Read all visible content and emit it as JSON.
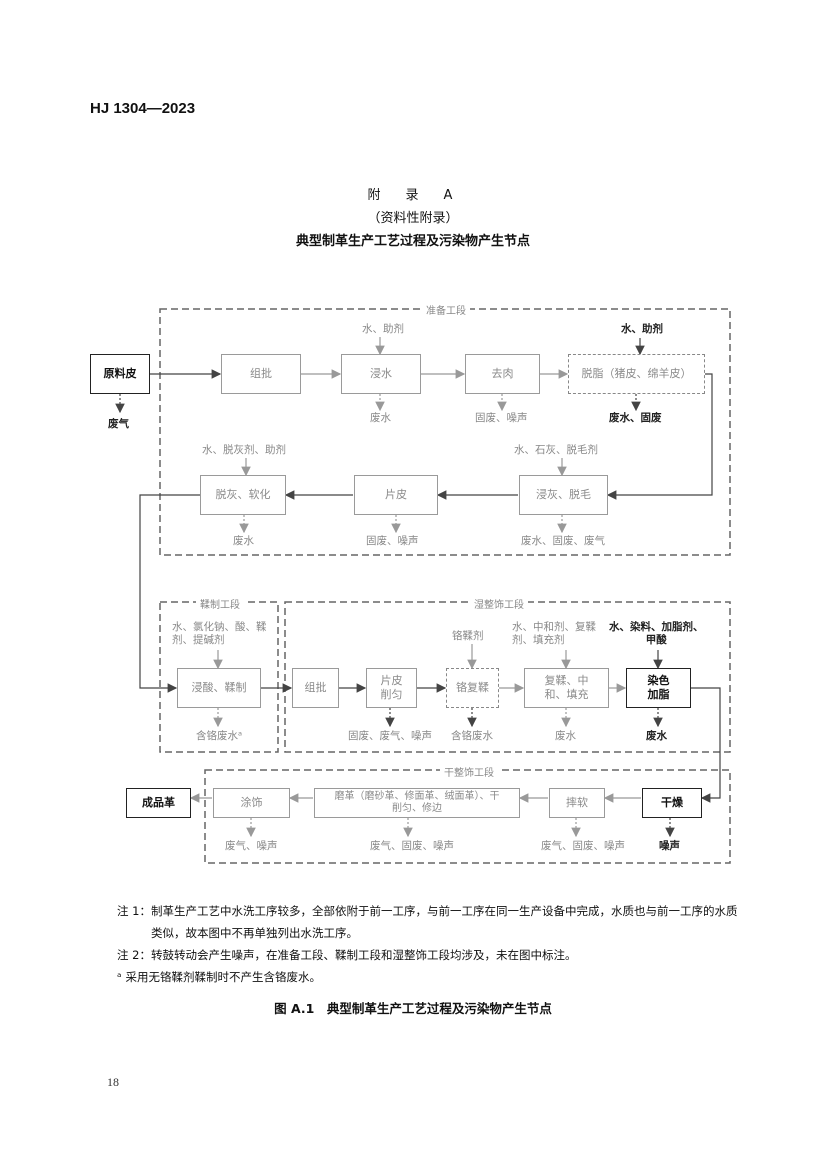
{
  "header": {
    "standard_code": "HJ 1304—2023"
  },
  "appendix": {
    "label": "附　录　A",
    "type": "（资料性附录）",
    "title": "典型制革生产工艺过程及污染物产生节点"
  },
  "diagram": {
    "stages": {
      "prep": "准备工段",
      "tan": "鞣制工段",
      "wet": "湿整饰工段",
      "dry": "干整饰工段"
    },
    "boxes": {
      "raw_hide": "原料皮",
      "batching1": "组批",
      "soaking": "浸水",
      "fleshing": "去肉",
      "degreasing": "脱脂（猪皮、绵羊皮）",
      "liming": "浸灰、脱毛",
      "splitting1": "片皮",
      "deliming": "脱灰、软化",
      "pickling": "浸酸、鞣制",
      "batching2": "组批",
      "splitting2": "片皮\n削匀",
      "chrome_retan": "铬复鞣",
      "retan": "复鞣、中\n和、填充",
      "dyeing": "染色\n加脂",
      "drying": "干燥",
      "staking": "摔软",
      "buffing": "磨革（磨砂革、修面革、绒面革）、干\n削匀、修边",
      "finishing": "涂饰",
      "finished": "成品革"
    },
    "inputs": {
      "soaking": "水、助剂",
      "degreasing": "水、助剂",
      "deliming": "水、脱灰剂、助剂",
      "liming": "水、石灰、脱毛剂",
      "pickling": "水、氯化钠、酸、鞣\n剂、提碱剂",
      "chrome_retan": "铬鞣剂",
      "retan": "水、中和剂、复鞣\n剂、填充剂",
      "dyeing": "水、染料、加脂剂、\n甲酸"
    },
    "outputs": {
      "raw_hide": "废气",
      "soaking": "废水",
      "fleshing": "固废、噪声",
      "degreasing": "废水、固废",
      "deliming": "废水",
      "splitting1": "固废、噪声",
      "liming": "废水、固废、废气",
      "pickling": "含铬废水ᵃ",
      "splitting2": "固废、废气、噪声",
      "chrome_retan": "含铬废水",
      "retan": "废水",
      "dyeing": "废水",
      "drying": "噪声",
      "staking": "废气、固废、噪声",
      "buffing": "废气、固废、噪声",
      "finishing": "废气、噪声"
    }
  },
  "notes": [
    {
      "tag": "注 1：",
      "text": "制革生产工艺中水洗工序较多，全部依附于前一工序，与前一工序在同一生产设备中完成，水质也与前一工序的水质类似，故本图中不再单独列出水洗工序。"
    },
    {
      "tag": "注 2：",
      "text": "转鼓转动会产生噪声，在准备工段、鞣制工段和湿整饰工段均涉及，未在图中标注。"
    },
    {
      "tag": "ᵃ",
      "text": "采用无铬鞣剂鞣制时不产生含铬废水。"
    }
  ],
  "figure_caption": "图 A.1　典型制革生产工艺过程及污染物产生节点",
  "page_number": "18"
}
